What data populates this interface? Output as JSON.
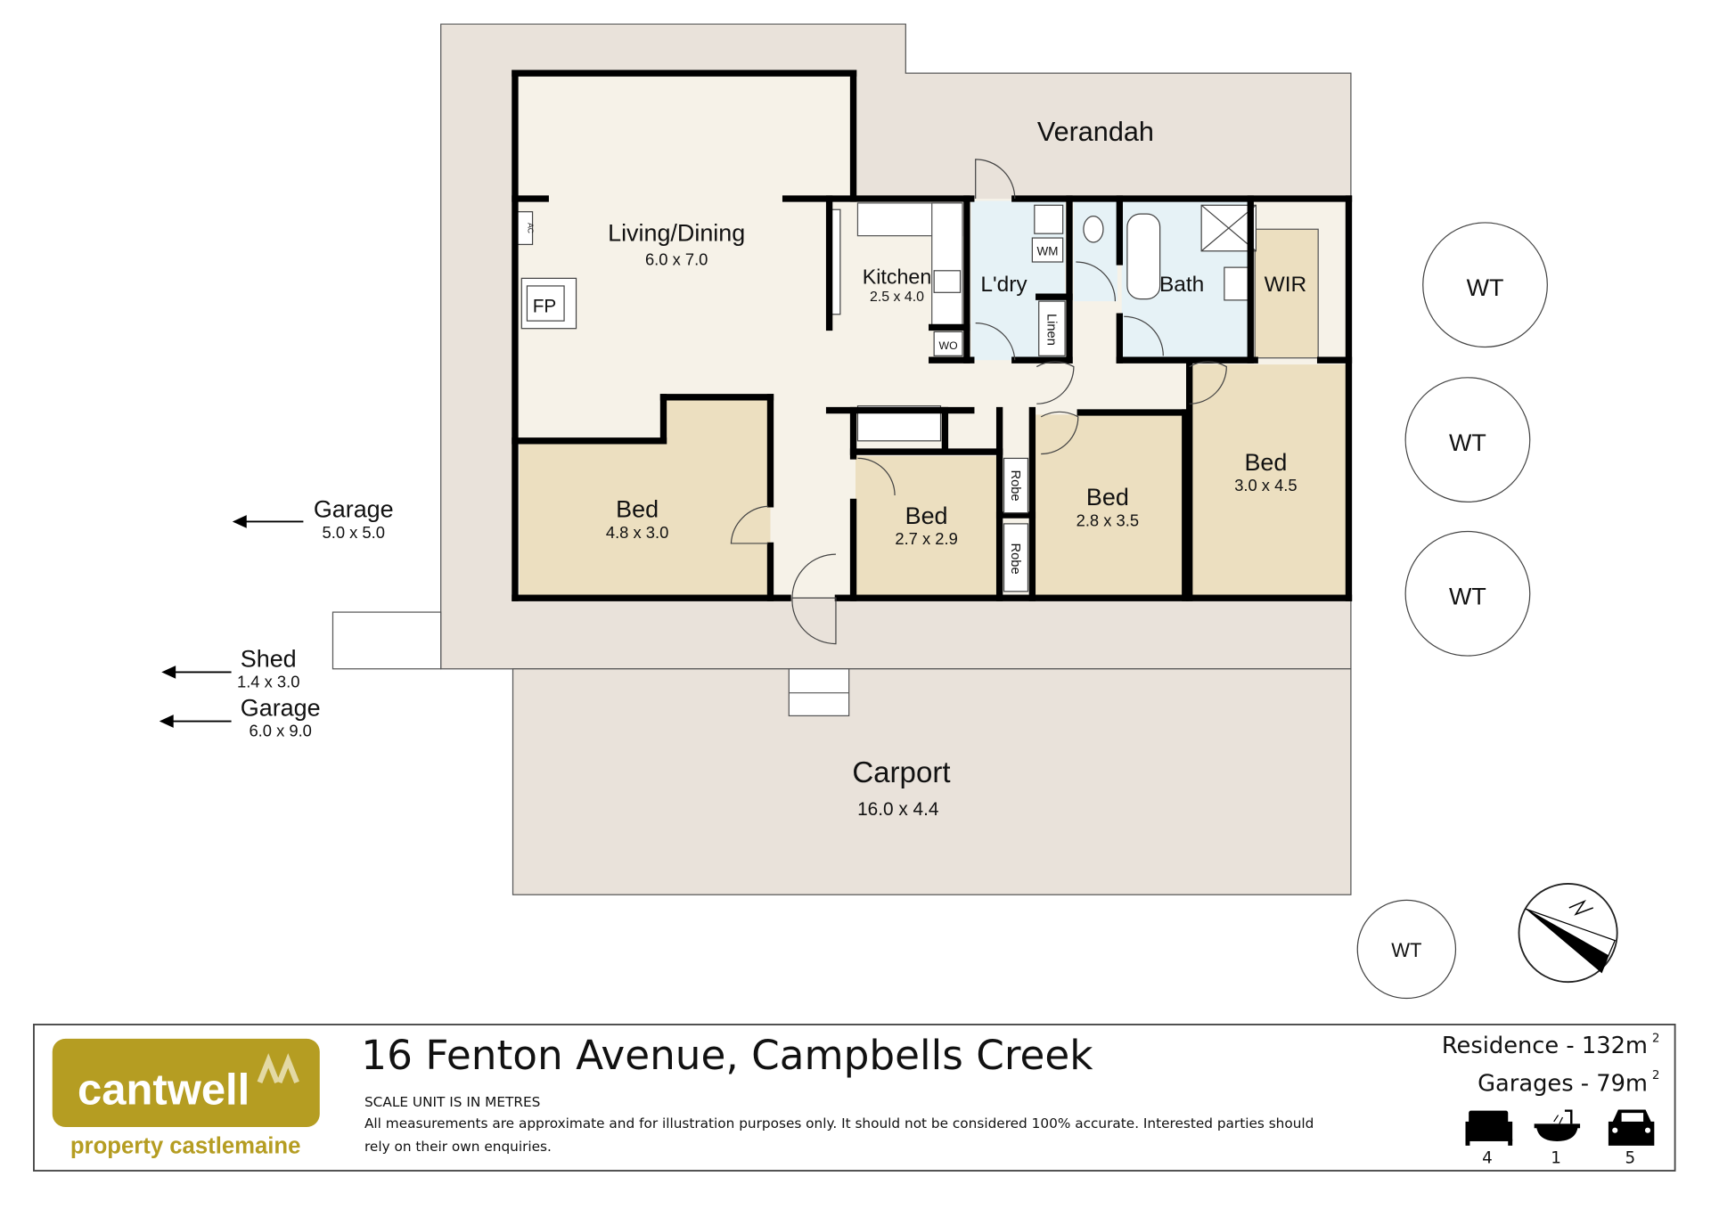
{
  "rooms": {
    "verandah": {
      "name": "Verandah"
    },
    "living": {
      "name": "Living/Dining",
      "dims": "6.0 x 7.0"
    },
    "kitchen": {
      "name": "Kitchen",
      "dims": "2.5 x 4.0"
    },
    "laundry": {
      "name": "L'dry"
    },
    "bath": {
      "name": "Bath"
    },
    "wir": {
      "name": "WIR"
    },
    "bed1": {
      "name": "Bed",
      "dims": "4.8 x 3.0"
    },
    "bed2": {
      "name": "Bed",
      "dims": "2.7 x 2.9"
    },
    "bed3": {
      "name": "Bed",
      "dims": "2.8 x 3.5"
    },
    "bed4": {
      "name": "Bed",
      "dims": "3.0 x 4.5"
    },
    "carport": {
      "name": "Carport",
      "dims": "16.0 x 4.4"
    }
  },
  "fixtures": {
    "fp": "FP",
    "ac": "AC",
    "wm": "WM",
    "wo": "WO",
    "linen": "Linen",
    "robe": "Robe"
  },
  "external": {
    "garage1": {
      "name": "Garage",
      "dims": "5.0 x 5.0"
    },
    "shed": {
      "name": "Shed",
      "dims": "1.4 x 3.0"
    },
    "garage2": {
      "name": "Garage",
      "dims": "6.0 x 9.0"
    },
    "tanks": [
      "WT",
      "WT",
      "WT",
      "WT"
    ]
  },
  "footer": {
    "logo_main": "cantwell",
    "logo_sub": "property castlemaine",
    "address": "16 Fenton Avenue, Campbells Creek",
    "scale_note": "SCALE UNIT IS IN METRES",
    "disclaimer_1": "All measurements are approximate and for illustration purposes only. It should not be considered 100% accurate. Interested parties should",
    "disclaimer_2": "rely on their own enquiries.",
    "residence": "Residence - 132m",
    "garages": "Garages - 79m",
    "sup": "2",
    "beds": "4",
    "baths": "1",
    "cars": "5"
  },
  "colors": {
    "verandah": "#e9e2da",
    "living": "#f6f2e8",
    "bed": "#ecdfc0",
    "wet": "#e6f2f6",
    "brand": "#b59d22"
  }
}
